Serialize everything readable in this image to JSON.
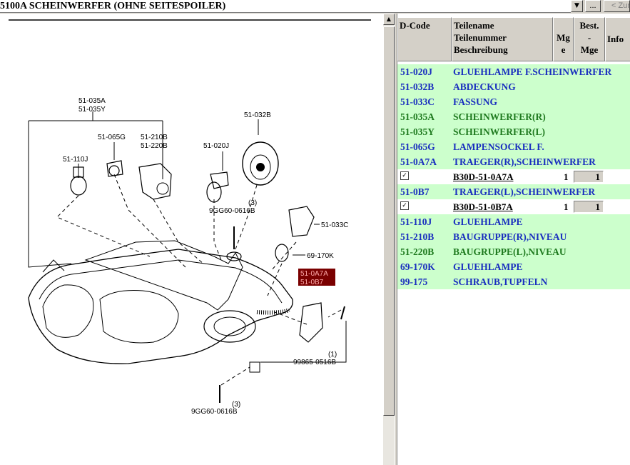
{
  "header": {
    "title": "5100A  SCHEINWERFER (OHNE SEITESPOILER)",
    "dropdown_icon": "chevron-down-icon",
    "browse_label": "...",
    "back_label": "< Zuru"
  },
  "diagram": {
    "callouts": [
      "51-035A",
      "51-035Y",
      "51-065G",
      "51-210B",
      "51-220B",
      "51-110J",
      "51-020J",
      "51-032B",
      "(3)",
      "9GG60-0616B",
      "51-033C",
      "69-170K",
      "51-0A7A",
      "51-0B7",
      "(1)",
      "99865-0516B",
      "(3)",
      "9GG60-0616B"
    ]
  },
  "table": {
    "columns": {
      "dcode": "D-Code",
      "teile_1": "Teilename",
      "teile_2": "Teilenummer",
      "teile_3": "Beschreibung",
      "mge_1": "Mg",
      "mge_2": "e",
      "best_1": "Best.",
      "best_2": "-",
      "best_3": "Mge",
      "info": "Info"
    },
    "rows": [
      {
        "code": "51-020J",
        "name": "GLUEHLAMPE F.SCHEINWERFER",
        "color": "blue"
      },
      {
        "code": "51-032B",
        "name": "ABDECKUNG",
        "color": "blue"
      },
      {
        "code": "51-033C",
        "name": "FASSUNG",
        "color": "blue"
      },
      {
        "code": "51-035A",
        "name": "SCHEINWERFER(R)",
        "color": "green"
      },
      {
        "code": "51-035Y",
        "name": "SCHEINWERFER(L)",
        "color": "green"
      },
      {
        "code": "51-065G",
        "name": "LAMPENSOCKEL F.",
        "color": "blue"
      },
      {
        "code": "51-0A7A",
        "name": "TRAEGER(R),SCHEINWERFER",
        "color": "blue"
      },
      {
        "code": "51-0B7",
        "name": "TRAEGER(L),SCHEINWERFER",
        "color": "blue"
      },
      {
        "code": "51-110J",
        "name": "GLUEHLAMPE",
        "color": "blue"
      },
      {
        "code": "51-210B",
        "name": "BAUGRUPPE(R),NIVEAU",
        "color": "blue"
      },
      {
        "code": "51-220B",
        "name": "BAUGRUPPE(L),NIVEAU",
        "color": "green"
      },
      {
        "code": "69-170K",
        "name": "GLUEHLAMPE",
        "color": "blue"
      },
      {
        "code": "99-175",
        "name": "SCHRAUB,TUPFELN",
        "color": "blue"
      }
    ],
    "subrows": [
      {
        "after": 6,
        "checked": "✓",
        "part": "B30D-51-0A7A",
        "qty": "1",
        "best": "1"
      },
      {
        "after": 7,
        "checked": "✓",
        "part": "B30D-51-0B7A",
        "qty": "1",
        "best": "1"
      }
    ]
  },
  "colors": {
    "blue": "#1a2fbf",
    "green": "#1f7a1f",
    "row_bg": "#ccffcc"
  }
}
